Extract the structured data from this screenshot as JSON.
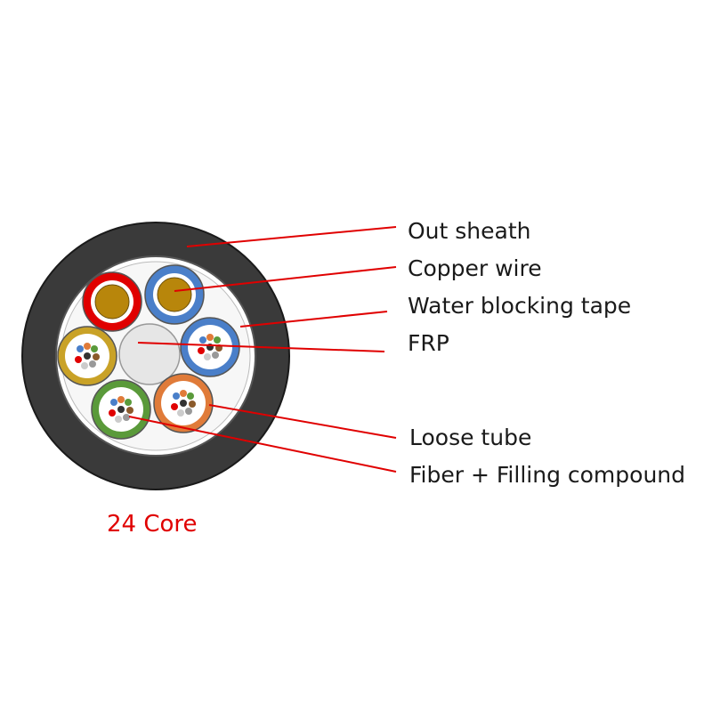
{
  "labels": {
    "out_sheath": "Out sheath",
    "copper_wire": "Copper wire",
    "water_blocking_tape": "Water blocking tape",
    "frp": "FRP",
    "loose_tube": "Loose tube",
    "fiber_filling": "Fiber + Filling compound"
  },
  "caption": "24 Core",
  "colors": {
    "sheath": "#3a3a3a",
    "leader_line": "#e00000",
    "caption": "#e00000",
    "copper": "#b8860b",
    "copper_insulation_1": "#e00000",
    "copper_insulation_2": "#4a7fc9",
    "tube_blue": "#4a7fc9",
    "tube_orange": "#e07b39",
    "tube_green": "#5a9a3a",
    "tube_yellow": "#c9a227",
    "frp": "#e6e6e6"
  }
}
